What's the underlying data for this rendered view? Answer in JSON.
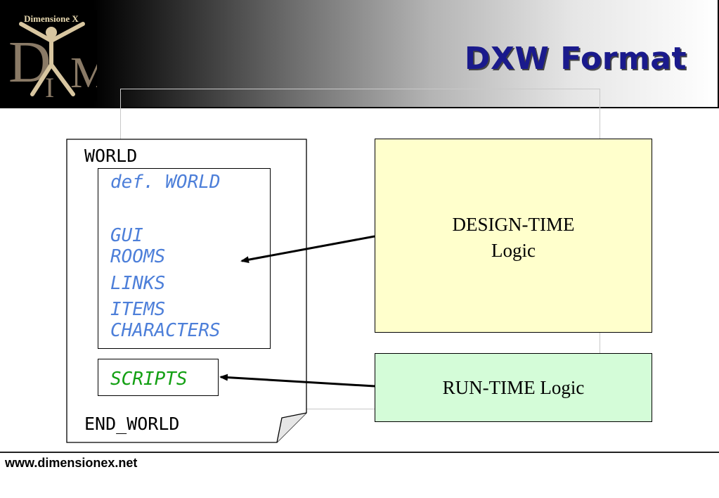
{
  "slide": {
    "title": "DXW Format",
    "logo_text": "Dimensione X",
    "footer_url": "www.dimensionex.net"
  },
  "document": {
    "open_keyword": "WORLD",
    "close_keyword": "END_WORLD",
    "definition_items": [
      "def. WORLD",
      "GUI",
      "ROOMS",
      "LINKS",
      "ITEMS",
      "CHARACTERS"
    ],
    "scripts_label": "SCRIPTS"
  },
  "boxes": {
    "design_time": {
      "line1": "DESIGN-TIME",
      "line2": "Logic",
      "color": "#ffffcc"
    },
    "run_time": {
      "label": "RUN-TIME Logic",
      "color": "#d4fcd8"
    }
  },
  "colors": {
    "title": "#1a1a8c",
    "definitions": "#4d7fd9",
    "scripts": "#14a014"
  }
}
